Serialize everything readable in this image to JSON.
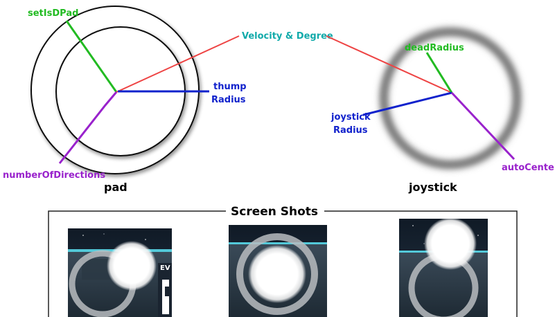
{
  "colors": {
    "green": "#22bb22",
    "red": "#ee4444",
    "blue": "#1122cc",
    "purple": "#9922cc",
    "teal": "#11aaaa",
    "black": "#000000",
    "screen_dark": "#1c2a38",
    "screen_accent": "#5adcec"
  },
  "pad": {
    "caption": "pad",
    "labels": {
      "set_is_dpad": "setIsDPad",
      "thump_radius_line1": "thump",
      "thump_radius_line2": "Radius",
      "number_of_directions": "numberOfDirections"
    }
  },
  "shared": {
    "velocity_degree": "Velocity & Degree"
  },
  "joystick": {
    "caption": "joystick",
    "labels": {
      "dead_radius": "deadRadius",
      "joystick_radius_line1": "joystick",
      "joystick_radius_line2": "Radius",
      "auto_center": "autoCenter"
    }
  },
  "screenshots": {
    "title": "Screen Shots",
    "items": [
      {
        "name": "screenshot-pad",
        "overlay_text": "EV"
      },
      {
        "name": "screenshot-centered"
      },
      {
        "name": "screenshot-joystick"
      }
    ]
  }
}
